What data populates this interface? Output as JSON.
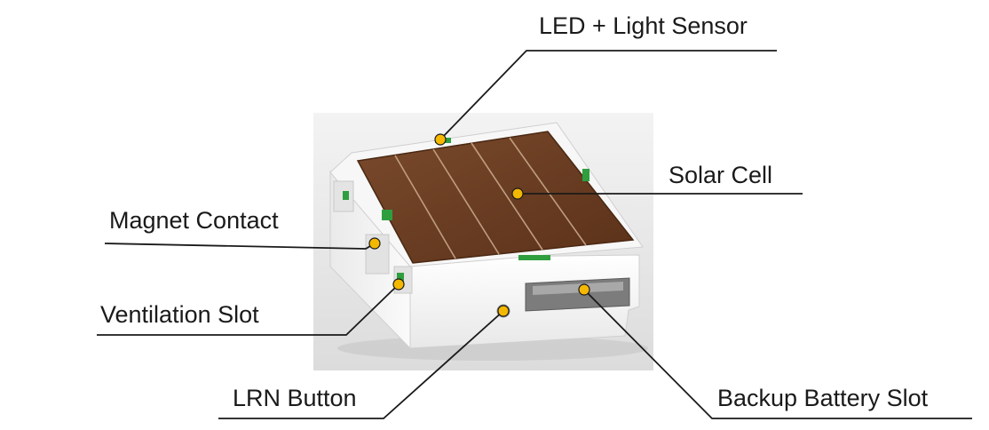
{
  "callouts": [
    {
      "id": "led-light-sensor",
      "label": "LED + Light Sensor"
    },
    {
      "id": "solar-cell",
      "label": "Solar Cell"
    },
    {
      "id": "magnet-contact",
      "label": "Magnet Contact"
    },
    {
      "id": "ventilation-slot",
      "label": "Ventilation Slot"
    },
    {
      "id": "lrn-button",
      "label": "LRN Button"
    },
    {
      "id": "backup-battery-slot",
      "label": "Backup Battery Slot"
    }
  ],
  "colors": {
    "marker_fill": "#f5b800",
    "marker_stroke": "#1a1a1a",
    "leader_line": "#1a1a1a",
    "solar_panel": "#6b3d22",
    "housing": "#f4f4f4",
    "green_accent": "#2f9e3e"
  }
}
